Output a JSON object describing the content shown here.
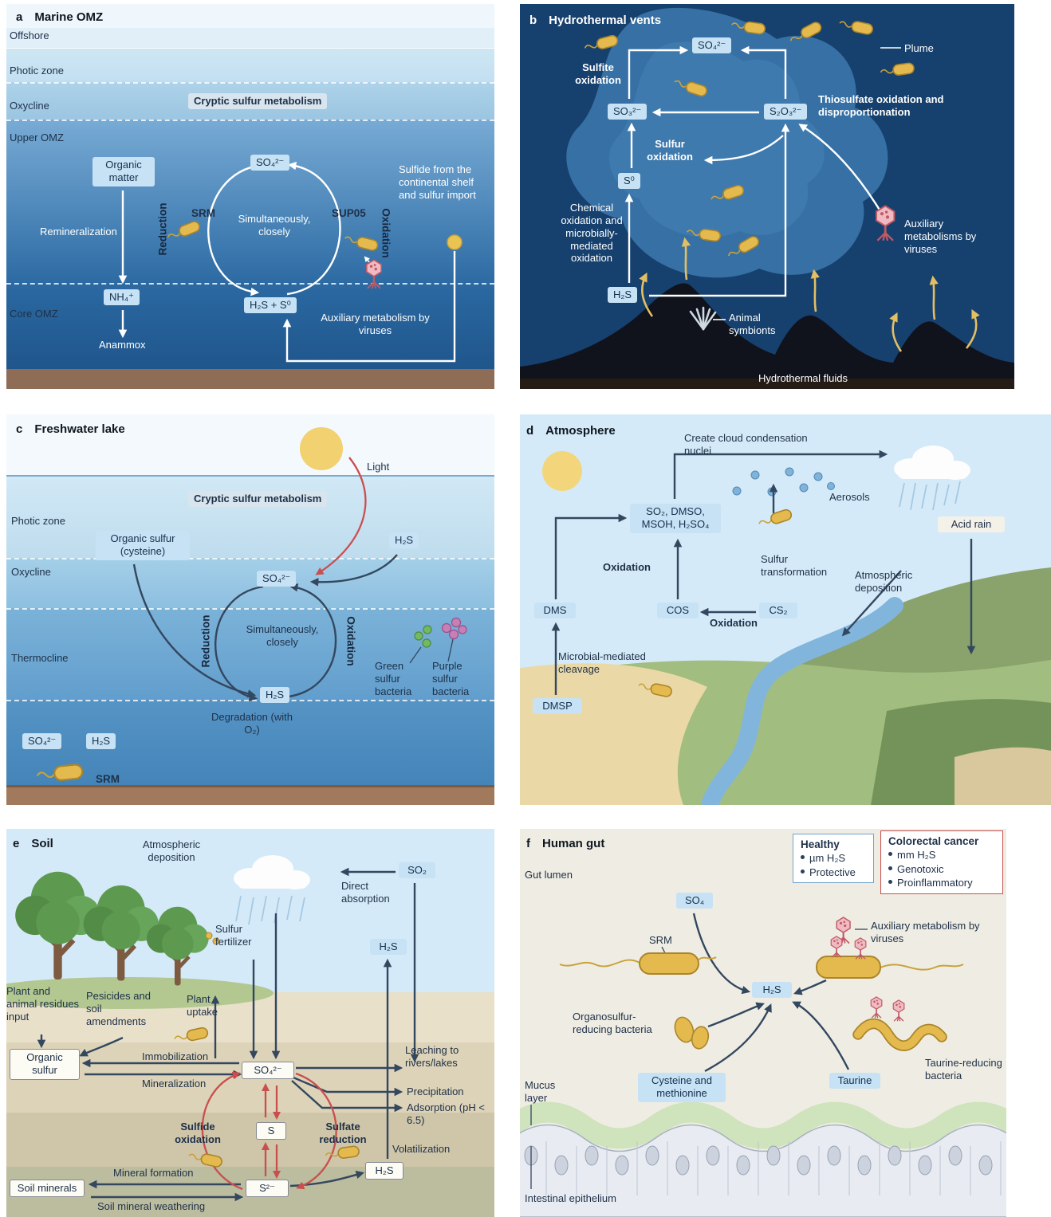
{
  "palette": {
    "chem_box_blue": "#c7e2f4",
    "white_box": "#fcfbf4",
    "dark_text": "#1e3048",
    "arrow_dark": "#33475f",
    "arrow_white": "#ffffff",
    "arrow_red": "#c94f4f",
    "arrow_yellow": "#e3bf63",
    "bacterium_yellow": "#e4ba4e",
    "phage_pink": "#f0bac2",
    "phage_red": "#bf5a66",
    "healthy_border": "#6fa3cc",
    "cancer_border": "#c85050",
    "sediment_brown": "#95705a",
    "green_sulfur_bacteria": "#72b960",
    "purple_sulfur_bacteria": "#c77fb5",
    "ocean_deep": "#1f568c",
    "vent_navy": "#16406d",
    "mucus_green": "#cfe3bc"
  },
  "panel_a": {
    "letter": "a",
    "title": "Marine OMZ",
    "zone_offshore": "Offshore",
    "zone_photic": "Photic zone",
    "zone_oxycline": "Oxycline",
    "zone_upper": "Upper OMZ",
    "zone_core": "Core OMZ",
    "cryptic": "Cryptic sulfur metabolism",
    "organic_matter": "Organic matter",
    "remineralization": "Remineralization",
    "reduction": "Reduction",
    "srm": "SRM",
    "simultaneously": "Simultaneously, closely",
    "sup05": "SUP05",
    "oxidation": "Oxidation",
    "so4": "SO₄²⁻",
    "h2s_s0": "H₂S + S⁰",
    "nh4": "NH₄⁺",
    "anammox": "Anammox",
    "sulfide_import": "Sulfide from the continental shelf and sulfur import",
    "aux_virus": "Auxiliary metabolism by viruses"
  },
  "panel_b": {
    "letter": "b",
    "title": "Hydrothermal vents",
    "plume": "Plume",
    "so4": "SO₄²⁻",
    "sulfite_oxidation": "Sulfite oxidation",
    "so3": "SO₃²⁻",
    "s2o3": "S₂O₃²⁻",
    "thiosulfate_oxidation": "Thiosulfate oxidation and disproportionation",
    "sulfur_oxidation": "Sulfur oxidation",
    "s0": "S⁰",
    "chemical_oxidation": "Chemical oxidation and microbially-mediated oxidation",
    "h2s": "H₂S",
    "aux_virus": "Auxiliary metabolisms by viruses",
    "animal_symbionts": "Animal symbionts",
    "hydrothermal_fluids": "Hydrothermal fluids"
  },
  "panel_c": {
    "letter": "c",
    "title": "Freshwater lake",
    "light": "Light",
    "zone_photic": "Photic zone",
    "zone_oxycline": "Oxycline",
    "zone_thermocline": "Thermocline",
    "cryptic": "Cryptic sulfur metabolism",
    "organic_sulfur": "Organic sulfur (cysteine)",
    "h2s_top": "H₂S",
    "so4": "SO₄²⁻",
    "reduction": "Reduction",
    "oxidation": "Oxidation",
    "simultaneously": "Simultaneously, closely",
    "h2s_cycle": "H₂S",
    "degradation": "Degradation (with O₂)",
    "green_bacteria": "Green sulfur bacteria",
    "purple_bacteria": "Purple sulfur bacteria",
    "so4_bottom": "SO₄²⁻",
    "h2s_bottom": "H₂S",
    "srm": "SRM"
  },
  "panel_d": {
    "letter": "d",
    "title": "Atmosphere",
    "ccn": "Create cloud condensation nuclei",
    "aerosols": "Aerosols",
    "acid_rain": "Acid rain",
    "so2_mix": "SO₂, DMSO, MSOH, H₂SO₄",
    "oxidation_up": "Oxidation",
    "sulfur_transformation": "Sulfur transformation",
    "atmospheric_deposition": "Atmospheric deposition",
    "dms": "DMS",
    "cos": "COS",
    "oxidation_left": "Oxidation",
    "cs2": "CS₂",
    "microbial_cleavage": "Microbial-mediated cleavage",
    "dmsp": "DMSP"
  },
  "panel_e": {
    "letter": "e",
    "title": "Soil",
    "atmospheric_deposition": "Atmospheric deposition",
    "so2": "SO₂",
    "direct_absorption": "Direct absorption",
    "sulfur_fertilizer": "Sulfur fertilizer",
    "plant_uptake": "Plant uptake",
    "h2s_air": "H₂S",
    "residues": "Plant and animal residues input",
    "pesticides": "Pesicides and soil amendments",
    "organic_sulfur": "Organic sulfur",
    "immobilization": "Immobilization",
    "mineralization": "Mineralization",
    "so4": "SO₄²⁻",
    "leaching": "Leaching to rivers/lakes",
    "precipitation": "Precipitation",
    "adsorption": "Adsorption (pH < 6.5)",
    "sulfide_oxidation": "Sulfide oxidation",
    "s": "S",
    "sulfate_reduction": "Sulfate reduction",
    "volatilization": "Volatilization",
    "h2s_soil": "H₂S",
    "mineral_formation": "Mineral formation",
    "soil_minerals": "Soil minerals",
    "weathering": "Soil mineral weathering",
    "s2": "S²⁻"
  },
  "panel_f": {
    "letter": "f",
    "title": "Human gut",
    "healthy": {
      "title": "Healthy",
      "items": [
        "µm H₂S",
        "Protective"
      ]
    },
    "cancer": {
      "title": "Colorectal cancer",
      "items": [
        "mm H₂S",
        "Genotoxic",
        "Proinflammatory"
      ]
    },
    "gut_lumen": "Gut lumen",
    "so4": "SO₄",
    "srm": "SRM",
    "aux_virus": "Auxiliary metabolism by viruses",
    "h2s": "H₂S",
    "organosulfur": "Organosulfur-reducing bacteria",
    "cysteine": "Cysteine and methionine",
    "taurine": "Taurine",
    "taurine_bacteria": "Taurine-reducing bacteria",
    "mucus_layer": "Mucus layer",
    "intestinal_epithelium": "Intestinal epithelium"
  }
}
